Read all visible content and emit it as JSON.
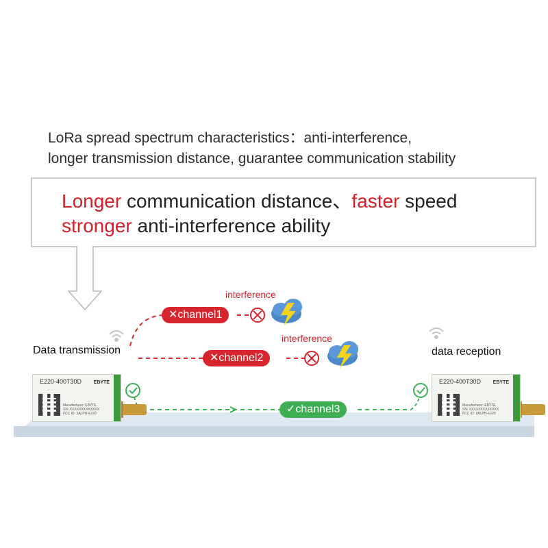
{
  "intro": {
    "line1": "LoRa spread spectrum characteristics：anti-interference,",
    "line2": "longer transmission distance, guarantee communication stability"
  },
  "callout": {
    "line1": [
      {
        "text": "Longer",
        "red": true
      },
      {
        "text": " communication distance、",
        "red": false
      },
      {
        "text": "faster",
        "red": true
      },
      {
        "text": " speed",
        "red": false
      }
    ],
    "line2": [
      {
        "text": "stronger",
        "red": true
      },
      {
        "text": " anti-interference ability",
        "red": false
      }
    ]
  },
  "channels": {
    "channel1": {
      "label": "✕channel1",
      "interference": "interference"
    },
    "channel2": {
      "label": "✕channel2",
      "interference": "interference"
    },
    "channel3": {
      "label": "✓channel3"
    }
  },
  "labels": {
    "transmit": "Data transmission",
    "receive": "data reception"
  },
  "module": {
    "model": "E220-400T30D",
    "brand": "EBYTE",
    "info": "Manufacturer: EBYTE\nSN: XXXXXXXXXXXXX\nFCC ID: 2ALPH-E220"
  },
  "colors": {
    "red": "#d8262e",
    "green": "#3eae52"
  }
}
